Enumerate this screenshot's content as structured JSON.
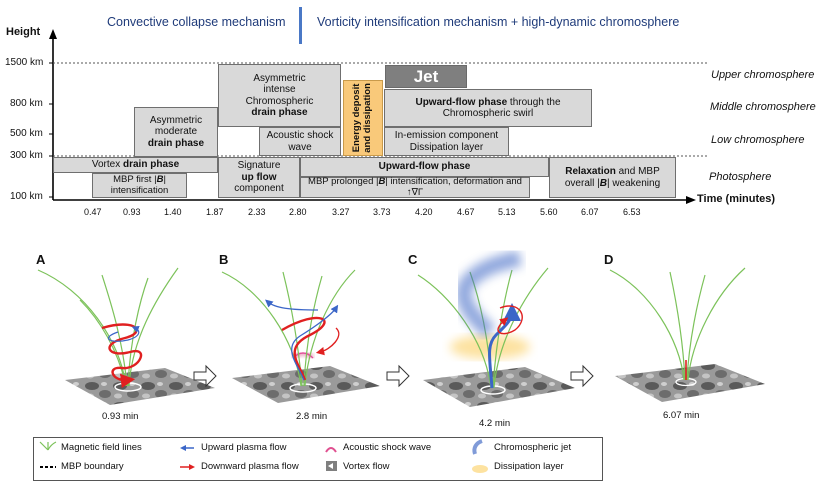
{
  "mechanisms": {
    "left": "Convective collapse mechanism",
    "right": "Vorticity intensification mechanism + high-dynamic chromosphere"
  },
  "axes": {
    "y_label": "Height",
    "x_label": "Time (minutes)",
    "y_ticks": [
      "1500 km",
      "800 km",
      "500 km",
      "300 km",
      "100 km"
    ],
    "x_ticks": [
      "0.47",
      "0.93",
      "1.40",
      "1.87",
      "2.33",
      "2.80",
      "3.27",
      "3.73",
      "4.20",
      "4.67",
      "5.13",
      "5.60",
      "6.07",
      "6.53"
    ]
  },
  "regions": [
    "Upper chromosphere",
    "Middle chromosphere",
    "Low chromosphere",
    "Photosphere"
  ],
  "phases": {
    "vortex_pre": "Vortex ",
    "vortex_bold": "drain phase",
    "mbp_first_a": "MBP first |",
    "mbp_first_B": "B",
    "mbp_first_b": "|",
    "mbp_first_c": "intensification",
    "asym_moderate_a": "Asymmetric",
    "asym_moderate_b": "moderate",
    "asym_moderate_bold": "drain phase",
    "asym_intense_a": "Asymmetric",
    "asym_intense_b": "intense",
    "asym_intense_c": "Chromospheric",
    "asym_intense_bold": "drain phase",
    "acoustic_a": "Acoustic shock",
    "acoustic_b": "wave",
    "signature_a": "Signature",
    "signature_bold": "up flow",
    "signature_c": "component",
    "energy_a": "Energy deposit",
    "energy_b": "and dissipation",
    "jet": "Jet",
    "upflow_bold": "Upward-flow phase",
    "upflow_rest": " through the",
    "upflow_c": "Chromospheric swirl",
    "inemission_a": "In-emission component",
    "inemission_b": "Dissipation layer",
    "upflow_photo": "Upward-flow phase",
    "mbp_prolonged_a": "MBP prolonged |",
    "mbp_prolonged_B": "B",
    "mbp_prolonged_b": "| intensification, deformation and ↑∇Γ",
    "relax_bold": "Relaxation",
    "relax_rest": " and MBP",
    "relax_c_a": "overall |",
    "relax_c_B": "B",
    "relax_c_b": "| weakening"
  },
  "panels": [
    {
      "letter": "A",
      "time": "0.93 min"
    },
    {
      "letter": "B",
      "time": "2.8 min"
    },
    {
      "letter": "C",
      "time": "4.2 min"
    },
    {
      "letter": "D",
      "time": "6.07 min"
    }
  ],
  "legend": {
    "field_lines": "Magnetic field lines",
    "mbp_boundary": "MBP boundary",
    "upward_flow": "Upward plasma flow",
    "downward_flow": "Downward plasma flow",
    "acoustic_wave": "Acoustic shock wave",
    "vortex_flow": "Vortex flow",
    "chromo_jet": "Chromospheric jet",
    "dissipation_layer": "Dissipation layer"
  },
  "colors": {
    "mechanism_text": "#1f3b7a",
    "divider": "#4a78c6",
    "box_fill": "#d9d9d9",
    "energy_fill": "#f9c97a",
    "jet_fill": "#7f7f7f",
    "field_line": "#7cc25a",
    "upflow": "#3b66c8",
    "downflow": "#e02020",
    "dissipation": "#fde2a0"
  },
  "icons": {
    "field_lines": "field-lines-icon",
    "mbp_boundary": "dashed-line-icon",
    "upward_flow": "blue-arrow-icon",
    "downward_flow": "red-arrow-icon",
    "acoustic_wave": "arc-icon",
    "vortex_flow": "vortex-arrow-icon",
    "chromo_jet": "jet-arc-icon",
    "dissipation_layer": "glow-icon",
    "process_arrow": "hollow-right-arrow-icon"
  }
}
